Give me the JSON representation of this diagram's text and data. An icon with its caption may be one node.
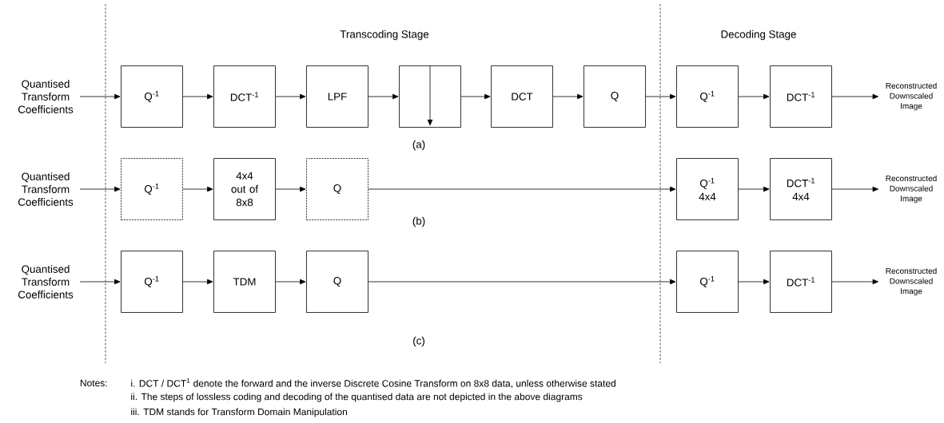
{
  "diagram": {
    "nodes": [
      {
        "text": [
          "Quantised Transform Coefficients"
        ]
      },
      {
        "text": [
          "Q$^{-1}$"
        ]
      },
      {
        "text": [
          "DCT$^{-1}$"
        ]
      },
      {
        "text": [
          "LPF"
        ]
      },
      {
        "text": [],
        "shape": "box"
      },
      {
        "text": [
          "DCT"
        ]
      },
      {
        "text": [
          "Q"
        ]
      },
      {
        "text": [
          "Q$^{-1}$"
        ]
      },
      {
        "text": [
          "DCT$^{-1}$"
        ]
      },
      {
        "text": [
          "Reconstructed Downscaled Image"
        ]
      },
      {
        "text": [
          "Quantised Transform Coefficients"
        ]
      },
      {
        "text": [
          "Q$^{-1}$"
        ]
      },
      {
        "text": [
          "4x4 out of 8x8"
        ]
      },
      {
        "text": [
          "Q"
        ]
      },
      {
        "text": [
          "Q$^{-1}$ 4x4"
        ]
      },
      {
        "text": [
          "DCT$^{-1}$ 4x4"
        ]
      },
      {
        "text": [
          "Reconstructed Downscaled Image"
        ]
      },
      {
        "text": [
          "Quantised Transform Coefficients"
        ]
      },
      {
        "text": [
          "Q$^{-1}$"
        ]
      },
      {
        "text": [
          "TDM"
        ]
      },
      {
        "text": [
          "Q"
        ]
      },
      {
        "text": [
          "Q$^{-1}$"
        ]
      },
      {
        "text": [
          "DCT$^{-1}$"
        ]
      },
      {
        "text": [
          "Reconstructed Downscaled Image"
        ]
      }
    ],
    "edges": [
      {
        "from": 0,
        "to": 1,
        "arrow": "to"
      },
      {
        "from": 1,
        "to": 2,
        "arrow": "to"
      },
      {
        "from": 2,
        "to": 3,
        "arrow": "to"
      },
      {
        "from": 3,
        "to": 4,
        "arrow": "to"
      },
      {
        "from": 4,
        "to": 5,
        "arrow": "to"
      },
      {
        "from": 5,
        "to": 6,
        "arrow": "to"
      },
      {
        "from": 6,
        "to": 7,
        "arrow": "to"
      },
      {
        "from": 7,
        "to": 8,
        "arrow": "to"
      },
      {
        "from": 8,
        "to": 9,
        "arrow": "to"
      },
      {
        "from": 10,
        "to": 11,
        "arrow": "to"
      },
      {
        "from": 11,
        "to": 12,
        "arrow": "to"
      },
      {
        "from": 12,
        "to": 13,
        "arrow": "to"
      },
      {
        "from": 13,
        "to": 14,
        "arrow": "to"
      },
      {
        "from": 14,
        "to": 15,
        "arrow": "to"
      },
      {
        "from": 15,
        "to": 16,
        "arrow": "to"
      },
      {
        "from": 17,
        "to": 18,
        "arrow": "to"
      },
      {
        "from": 18,
        "to": 19,
        "arrow": "to"
      },
      {
        "from": 19,
        "to": 20,
        "arrow": "to"
      },
      {
        "from": 20,
        "to": 21,
        "arrow": "to"
      },
      {
        "from": 21,
        "to": 22,
        "arrow": "to"
      },
      {
        "from": 22,
        "to": 23,
        "arrow": "to"
      }
    ],
    "labels": [
      "Transcoding Stage",
      "Decoding Stage",
      "(a)",
      "(b)",
      "(c)",
      "Notes:",
      "i. DCT / DCT$^{1}$ denote the forward and the inverse Discrete Cosine Transform on 8x8 data, unless otherwise stated",
      "ii. The steps of lossless coding and decoding of the quantised data are not depicted in the above diagrams",
      "iii. TDM stands for Transform Domain Manipulation"
    ]
  }
}
